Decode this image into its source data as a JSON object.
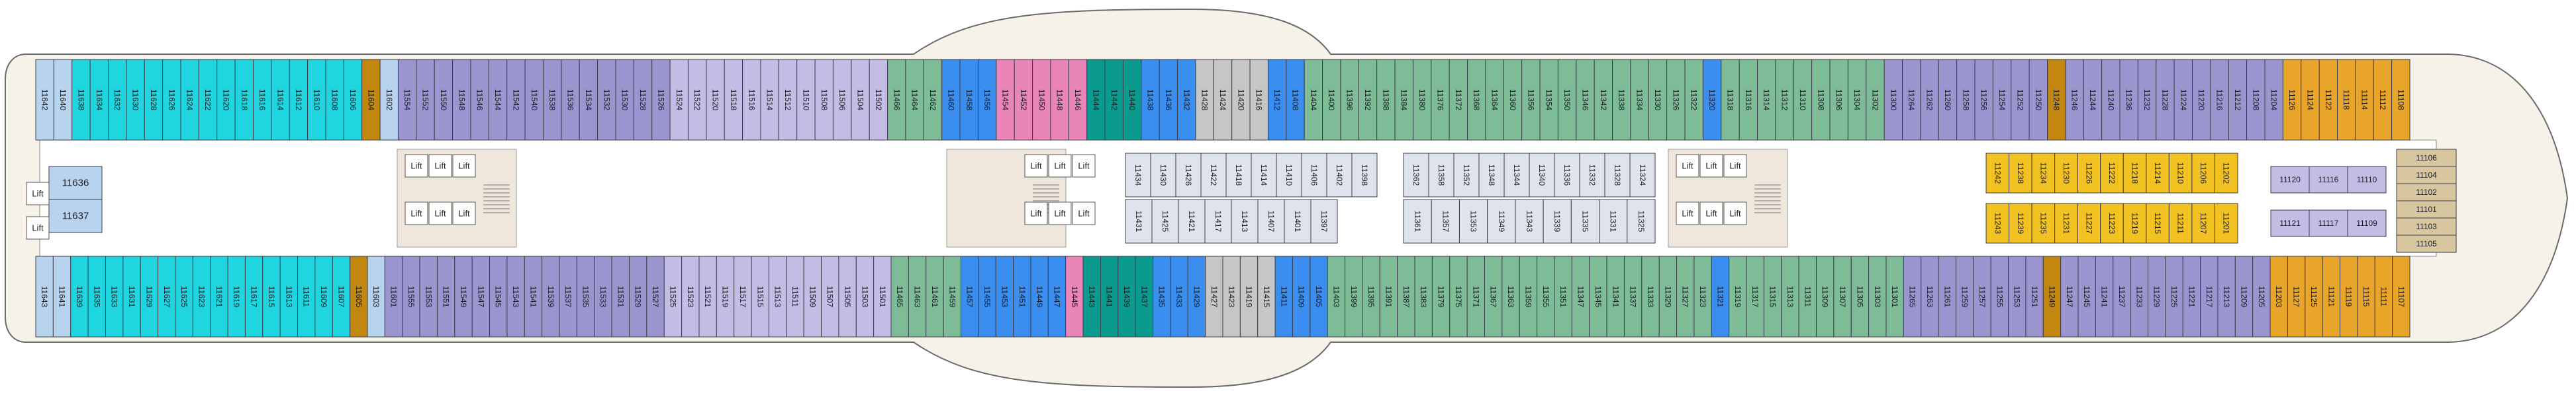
{
  "deck": {
    "colors": {
      "hull": "#f6f1e9",
      "hull_stroke": "#6b6b6b",
      "corridor": "#ffffff",
      "stair": "#efe7dc",
      "light_blue": "#b8d3ee",
      "cyan": "#1fd6e0",
      "periwinkle": "#9b95cf",
      "lavender": "#c3bce4",
      "green": "#7ebc97",
      "blue": "#3a8ef0",
      "pink": "#ea86b7",
      "teal": "#0b9b8e",
      "gray": "#c6c6c6",
      "pale": "#dfe3ee",
      "yellow": "#f2c122",
      "orange": "#e9a52a",
      "brown": "#c1870f",
      "tan": "#d8c69e"
    },
    "lift_label": "Lift",
    "top_row": [
      {
        "color": "light_blue",
        "labels": [
          "11642"
        ]
      },
      {
        "color": "light_blue",
        "labels": [
          "11640"
        ]
      },
      {
        "color": "cyan",
        "labels": [
          "11638",
          "11634",
          "11632",
          "11630",
          "11628",
          "11626",
          "11624",
          "11622",
          "11620",
          "11618",
          "11616",
          "11614",
          "11612",
          "11610",
          "11608",
          "11606"
        ]
      },
      {
        "color": "brown",
        "labels": [
          "11604"
        ]
      },
      {
        "color": "light_blue",
        "labels": [
          "11602"
        ]
      },
      {
        "color": "periwinkle",
        "labels": [
          "11554",
          "11552",
          "11550",
          "11548",
          "11546",
          "11544",
          "11542",
          "11540",
          "11538",
          "11536",
          "11534",
          "11532",
          "11530",
          "11528",
          "11526"
        ]
      },
      {
        "color": "lavender",
        "labels": [
          "11524",
          "11522",
          "11520",
          "11518",
          "11516",
          "11514",
          "11512",
          "11510",
          "11508",
          "11506",
          "11504",
          "11502"
        ]
      },
      {
        "color": "green",
        "labels": [
          "11466",
          "11464"
        ]
      },
      {
        "color": "green",
        "labels": [
          "11462"
        ]
      },
      {
        "color": "blue",
        "labels": [
          "11460",
          "11458",
          "11456"
        ]
      },
      {
        "color": "pink",
        "labels": [
          "11454",
          "11452",
          "11450",
          "11448",
          "11446"
        ]
      },
      {
        "color": "teal",
        "labels": [
          "11444",
          "11442",
          "11440"
        ]
      },
      {
        "color": "blue",
        "labels": [
          "11438",
          "11436",
          "11432"
        ]
      },
      {
        "color": "gray",
        "labels": [
          "11428",
          "11424",
          "11420",
          "11416"
        ]
      },
      {
        "color": "blue",
        "labels": [
          "11412",
          "11408"
        ]
      },
      {
        "color": "green",
        "labels": [
          "11404",
          "11400",
          "11396",
          "11392",
          "11388",
          "11384",
          "11380",
          "11376",
          "11372",
          "11368",
          "11364",
          "11360",
          "11356",
          "11354",
          "11350",
          "11346",
          "11342",
          "11338",
          "11334",
          "11330",
          "11326",
          "11322"
        ]
      },
      {
        "color": "blue",
        "labels": [
          "11320"
        ]
      },
      {
        "color": "green",
        "labels": [
          "11318",
          "11316",
          "11314",
          "11312",
          "11310",
          "11308",
          "11306",
          "11304",
          "11302"
        ]
      },
      {
        "color": "periwinkle",
        "labels": [
          "11300",
          "11264",
          "11262",
          "11260",
          "11258",
          "11256",
          "11254",
          "11252",
          "11250"
        ]
      },
      {
        "color": "brown",
        "labels": [
          "11248"
        ]
      },
      {
        "color": "periwinkle",
        "labels": [
          "11246",
          "11244",
          "11240",
          "11236",
          "11232",
          "11228",
          "11224",
          "11220",
          "11216",
          "11212",
          "11208",
          "11204"
        ]
      },
      {
        "color": "orange",
        "labels": [
          "11126",
          "11124",
          "11122",
          "11118",
          "11114",
          "11112",
          "11108"
        ]
      }
    ],
    "bottom_row": [
      {
        "color": "light_blue",
        "labels": [
          "11643"
        ]
      },
      {
        "color": "light_blue",
        "labels": [
          "11641"
        ]
      },
      {
        "color": "cyan",
        "labels": [
          "11639",
          "11635",
          "11633",
          "11631",
          "11629",
          "11627",
          "11625",
          "11623",
          "11621",
          "11619",
          "11617",
          "11615",
          "11613",
          "11611",
          "11609",
          "11607"
        ]
      },
      {
        "color": "brown",
        "labels": [
          "11605"
        ]
      },
      {
        "color": "light_blue",
        "labels": [
          "11603"
        ]
      },
      {
        "color": "periwinkle",
        "labels": [
          "11601",
          "11555",
          "11553",
          "11551",
          "11549",
          "11547",
          "11545",
          "11543",
          "11541",
          "11539",
          "11537",
          "11535",
          "11533",
          "11531",
          "11529",
          "11527"
        ]
      },
      {
        "color": "lavender",
        "labels": [
          "11525",
          "11523",
          "11521",
          "11519",
          "11517",
          "11515",
          "11513",
          "11511",
          "11509",
          "11507",
          "11505",
          "11503",
          "11501"
        ]
      },
      {
        "color": "green",
        "labels": [
          "11465",
          "11463",
          "11461",
          "11459"
        ]
      },
      {
        "color": "blue",
        "labels": [
          "11457",
          "11455",
          "11453",
          "11451",
          "11449",
          "11447"
        ]
      },
      {
        "color": "pink",
        "labels": [
          "11445"
        ]
      },
      {
        "color": "teal",
        "labels": [
          "11443",
          "11441",
          "11439",
          "11437"
        ]
      },
      {
        "color": "blue",
        "labels": [
          "11435",
          "11433",
          "11429"
        ]
      },
      {
        "color": "gray",
        "labels": [
          "11427",
          "11423",
          "11419",
          "11415"
        ]
      },
      {
        "color": "blue",
        "labels": [
          "11411",
          "11409",
          "11405"
        ]
      },
      {
        "color": "green",
        "labels": [
          "11403",
          "11399",
          "11395",
          "11391",
          "11387",
          "11383",
          "11379",
          "11375",
          "11371",
          "11367",
          "11363",
          "11359",
          "11355",
          "11351",
          "11347",
          "11345",
          "11341",
          "11337",
          "11333",
          "11329",
          "11327",
          "11323"
        ]
      },
      {
        "color": "blue",
        "labels": [
          "11321"
        ]
      },
      {
        "color": "green",
        "labels": [
          "11319",
          "11317",
          "11315",
          "11313",
          "11311",
          "11309",
          "11307",
          "11305",
          "11303",
          "11301"
        ]
      },
      {
        "color": "periwinkle",
        "labels": [
          "11265",
          "11263",
          "11261",
          "11259",
          "11257",
          "11255",
          "11253",
          "11251"
        ]
      },
      {
        "color": "brown",
        "labels": [
          "11249"
        ]
      },
      {
        "color": "periwinkle",
        "labels": [
          "11247",
          "11245",
          "11241",
          "11237",
          "11233",
          "11229",
          "11225",
          "11221",
          "11217",
          "11213",
          "11209",
          "11205"
        ]
      },
      {
        "color": "orange",
        "labels": [
          "11203",
          "11127",
          "11125",
          "11121",
          "11119",
          "11115",
          "11111",
          "11107"
        ]
      }
    ],
    "aft_cabins": [
      "11636",
      "11637"
    ],
    "inner_top": [
      {
        "color": "pale",
        "labels": [
          "11434",
          "11430",
          "11426",
          "11422",
          "11418",
          "11414",
          "11410",
          "11406",
          "11402",
          "11398"
        ]
      },
      {
        "color": "pale",
        "labels": [
          "11362",
          "11358",
          "11352",
          "11348",
          "11344",
          "11340",
          "11336",
          "11332",
          "11328",
          "11324"
        ]
      }
    ],
    "inner_bottom": [
      {
        "color": "pale",
        "labels": [
          "11431",
          "11425",
          "11421",
          "11417",
          "11413",
          "11407",
          "11401",
          "11397"
        ]
      },
      {
        "color": "pale",
        "labels": [
          "11361",
          "11357",
          "11353",
          "11349",
          "11343",
          "11339",
          "11335",
          "11331",
          "11325"
        ]
      }
    ],
    "forward_inner_top": {
      "color": "yellow",
      "labels": [
        "11242",
        "11238",
        "11234",
        "11230",
        "11226",
        "11222",
        "11218",
        "11214",
        "11210",
        "11206",
        "11202"
      ]
    },
    "forward_inner_bottom": {
      "color": "yellow",
      "labels": [
        "11243",
        "11239",
        "11235",
        "11231",
        "11227",
        "11223",
        "11219",
        "11215",
        "11211",
        "11207",
        "11201"
      ]
    },
    "forward_small_top": [
      "11120",
      "11116",
      "11110"
    ],
    "forward_small_bottom": [
      "11121",
      "11117",
      "11109"
    ],
    "bow_cabins": [
      "11106",
      "11104",
      "11102",
      "11101",
      "11103",
      "11105"
    ]
  }
}
